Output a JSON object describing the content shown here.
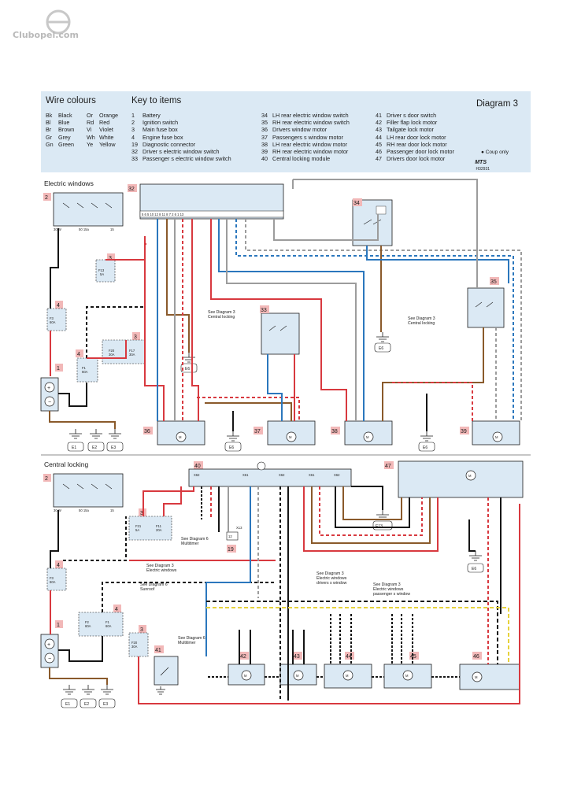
{
  "watermark": {
    "text": "Clubopel.com"
  },
  "legend": {
    "wire_colours_title": "Wire colours",
    "wire_colours_left": [
      {
        "code": "Bk",
        "name": "Black"
      },
      {
        "code": "Bl",
        "name": "Blue"
      },
      {
        "code": "Br",
        "name": "Brown"
      },
      {
        "code": "Gr",
        "name": "Grey"
      },
      {
        "code": "Gn",
        "name": "Green"
      }
    ],
    "wire_colours_right": [
      {
        "code": "Or",
        "name": "Orange"
      },
      {
        "code": "Rd",
        "name": "Red"
      },
      {
        "code": "Vi",
        "name": "Violet"
      },
      {
        "code": "Wh",
        "name": "White"
      },
      {
        "code": "Ye",
        "name": "Yellow"
      }
    ],
    "key_title": "Key to items",
    "key_col1": [
      {
        "n": "1",
        "t": "Battery"
      },
      {
        "n": "2",
        "t": "Ignition switch"
      },
      {
        "n": "3",
        "t": "Main fuse box"
      },
      {
        "n": "4",
        "t": "Engine fuse box"
      },
      {
        "n": "19",
        "t": "Diagnostic connector"
      },
      {
        "n": "32",
        "t": "Driver s electric window switch"
      },
      {
        "n": "33",
        "t": "Passenger s electric window switch"
      }
    ],
    "key_col2": [
      {
        "n": "34",
        "t": "LH rear electric window switch"
      },
      {
        "n": "35",
        "t": "RH rear electric window switch"
      },
      {
        "n": "36",
        "t": "Drivers window motor"
      },
      {
        "n": "37",
        "t": "Passengers s window motor"
      },
      {
        "n": "38",
        "t": "LH rear electric window motor"
      },
      {
        "n": "39",
        "t": "RH rear electric window motor"
      },
      {
        "n": "40",
        "t": "Central locking module"
      }
    ],
    "key_col3": [
      {
        "n": "41",
        "t": "Driver s door switch"
      },
      {
        "n": "42",
        "t": "Filler flap lock motor"
      },
      {
        "n": "43",
        "t": "Tailgate lock motor"
      },
      {
        "n": "44",
        "t": "LH rear door lock motor"
      },
      {
        "n": "45",
        "t": "RH rear door lock motor"
      },
      {
        "n": "46",
        "t": "Passenger door lock motor"
      },
      {
        "n": "47",
        "t": "Drivers door lock motor"
      }
    ],
    "diagram_label": "Diagram 3",
    "coup_note": "Coup only",
    "mts": "MTS",
    "mts_code": "H32931"
  },
  "sections": {
    "electric_windows": "Electric windows",
    "central_locking": "Central locking"
  },
  "components": {
    "items": [
      "2",
      "32",
      "34",
      "33",
      "35",
      "3",
      "4",
      "1",
      "36",
      "37",
      "38",
      "39"
    ],
    "cl_items": [
      "2",
      "40",
      "47",
      "3",
      "4",
      "1",
      "19",
      "41",
      "42",
      "43",
      "44",
      "45",
      "46"
    ],
    "fuses": {
      "f13": "F13\n5A",
      "f3": "F3\n60A",
      "f20": "F20\n30A",
      "f17": "F17\n30A",
      "f1": "F1\n60A",
      "f21": "F21\n5A",
      "f11": "F11\n20A",
      "f2": "F2\n60A",
      "f1b": "F1\n60A",
      "f3b": "F3\n60A",
      "f20b": "F20\n30A"
    },
    "earths": [
      "E1",
      "E2",
      "E3",
      "E6",
      "E6",
      "E6",
      "E6",
      "E6",
      "E13",
      "E6",
      "E1",
      "E2",
      "E3"
    ],
    "connectors": [
      "X62",
      "X61",
      "X62",
      "X61",
      "X62",
      "X13"
    ]
  },
  "notes": {
    "cl1": "See Diagram 3\nCentral locking",
    "cl2": "See Diagram 3\nCentral locking",
    "mt1": "See Diagram 6\nMultitimer",
    "ew1": "See Diagram 3\nElectric windows",
    "sr1": "See Diagram 6\nSunroof",
    "mt2": "See Diagram 6\nMultitimer",
    "dw1": "See Diagram 3\nElectric windows\ndrivers s window",
    "pw1": "See Diagram 3\nElectric windows\npassenger s window"
  },
  "colors": {
    "red": "#d8393f",
    "blue": "#2b77bd",
    "brown": "#8a5a2b",
    "black": "#151515",
    "grey": "#9c9c9c",
    "yellow": "#e7d23a",
    "green": "#3aa35a",
    "pink": "#f2b8b8",
    "light_blue": "#dbe9f4"
  }
}
